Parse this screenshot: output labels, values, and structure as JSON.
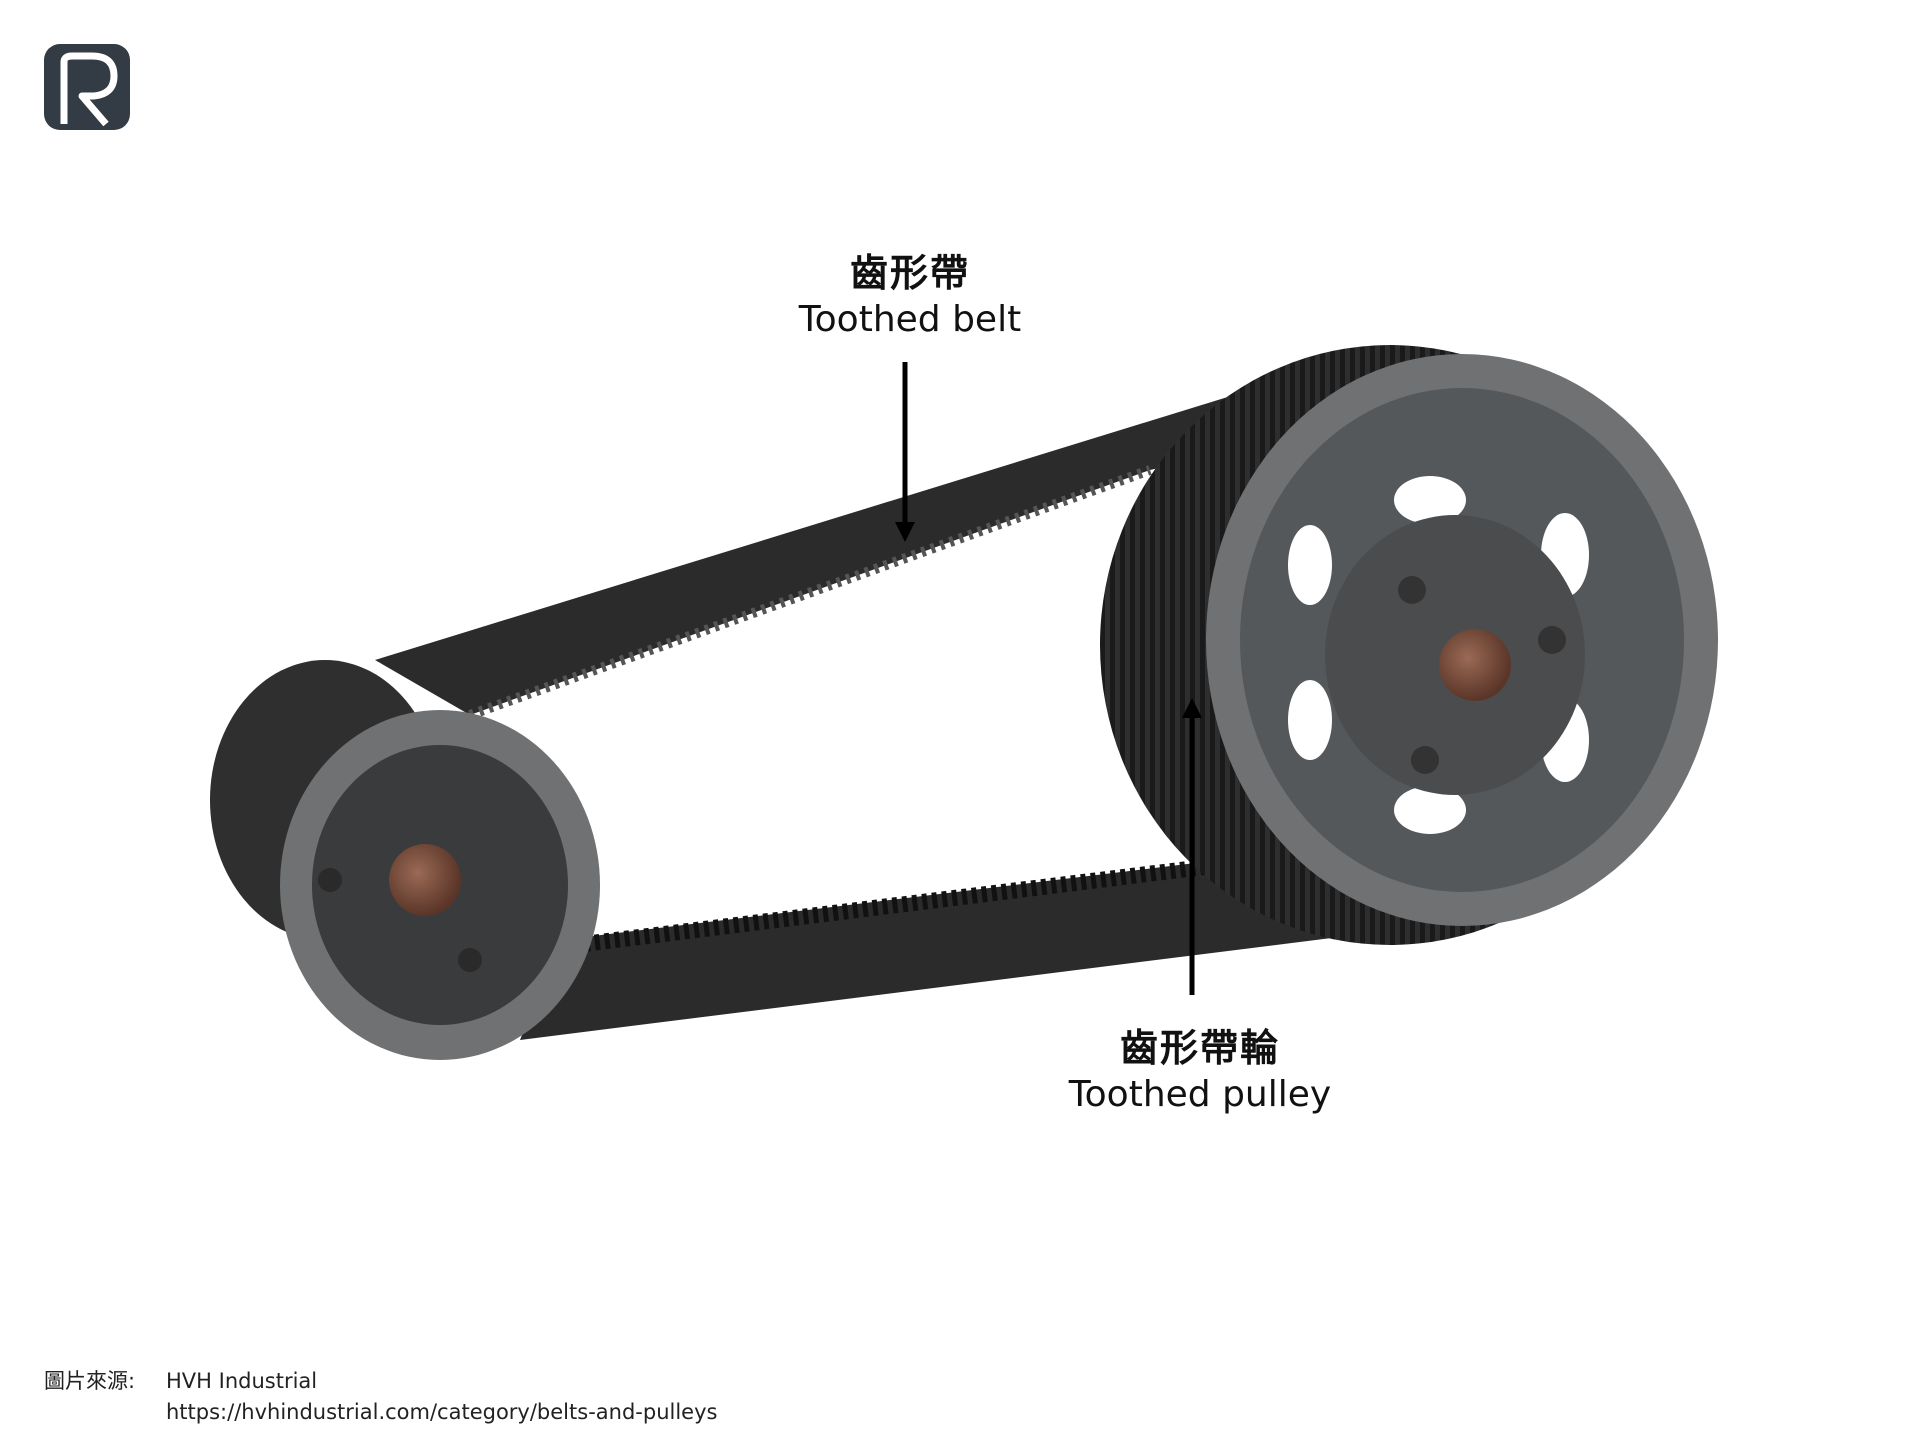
{
  "labels": {
    "belt": {
      "zh": "齒形帶",
      "en": "Toothed belt"
    },
    "pulley": {
      "zh": "齒形帶輪",
      "en": "Toothed pulley"
    }
  },
  "source": {
    "label": "圖片來源:",
    "name": "HVH Industrial",
    "url": "https://hvhindustrial.com/category/belts-and-pulleys"
  },
  "colors": {
    "logo": "#333c44",
    "belt": "#2b2b2b",
    "pulley_rim": "#6f7173",
    "pulley_face": "#55585a",
    "hub": "#7a4f3c",
    "arrow": "#000000"
  }
}
